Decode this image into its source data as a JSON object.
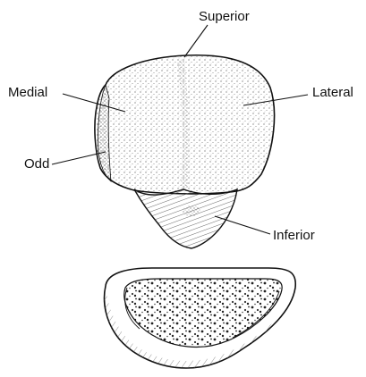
{
  "labels": {
    "superior": "Superior",
    "medial": "Medial",
    "lateral": "Lateral",
    "odd": "Odd",
    "inferior": "Inferior"
  }
}
